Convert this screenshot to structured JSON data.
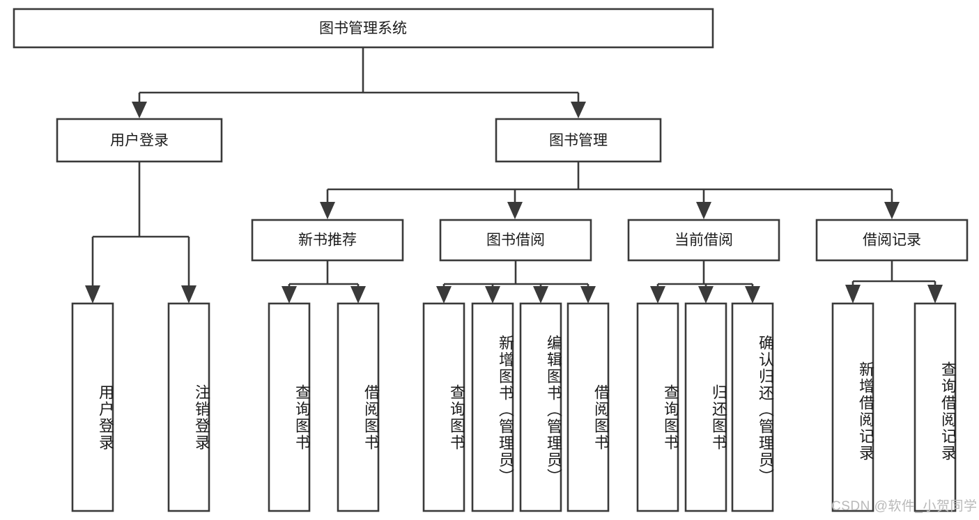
{
  "diagram": {
    "type": "hierarchy-tree",
    "title": "图书管理系统",
    "orientation": "top-down",
    "colors": {
      "box_stroke": "#3a3a3a",
      "box_fill": "#ffffff",
      "text": "#1b1b1b",
      "connector": "#3a3a3a",
      "watermark": "#b9b9b9"
    },
    "root": {
      "id": "root",
      "label": "图书管理系统"
    },
    "level2": [
      {
        "id": "user-login",
        "label": "用户登录"
      },
      {
        "id": "book-manage",
        "label": "图书管理"
      }
    ],
    "level3": [
      {
        "id": "new-book-recommend",
        "label": "新书推荐",
        "parent": "book-manage"
      },
      {
        "id": "book-borrow",
        "label": "图书借阅",
        "parent": "book-manage"
      },
      {
        "id": "current-borrow",
        "label": "当前借阅",
        "parent": "book-manage"
      },
      {
        "id": "borrow-record",
        "label": "借阅记录",
        "parent": "book-manage"
      }
    ],
    "leaves": {
      "user-login": [
        {
          "id": "leaf-user-login",
          "label": "用户登录"
        },
        {
          "id": "leaf-logout",
          "label": "注销登录"
        }
      ],
      "new-book-recommend": [
        {
          "id": "leaf-query-book-1",
          "label": "查询图书"
        },
        {
          "id": "leaf-borrow-book-1",
          "label": "借阅图书"
        }
      ],
      "book-borrow": [
        {
          "id": "leaf-query-book-2",
          "label": "查询图书"
        },
        {
          "id": "leaf-add-book",
          "label": "新增图书（管理员）"
        },
        {
          "id": "leaf-edit-book",
          "label": "编辑图书（管理员）"
        },
        {
          "id": "leaf-borrow-book-2",
          "label": "借阅图书"
        }
      ],
      "current-borrow": [
        {
          "id": "leaf-query-book-3",
          "label": "查询图书"
        },
        {
          "id": "leaf-return-book",
          "label": "归还图书"
        },
        {
          "id": "leaf-confirm-return",
          "label": "确认归还（管理员）"
        }
      ],
      "borrow-record": [
        {
          "id": "leaf-add-record",
          "label": "新增借阅记录"
        },
        {
          "id": "leaf-query-record",
          "label": "查询借阅记录"
        }
      ]
    }
  },
  "watermark": {
    "text": "CSDN @软件_小贺同学"
  }
}
